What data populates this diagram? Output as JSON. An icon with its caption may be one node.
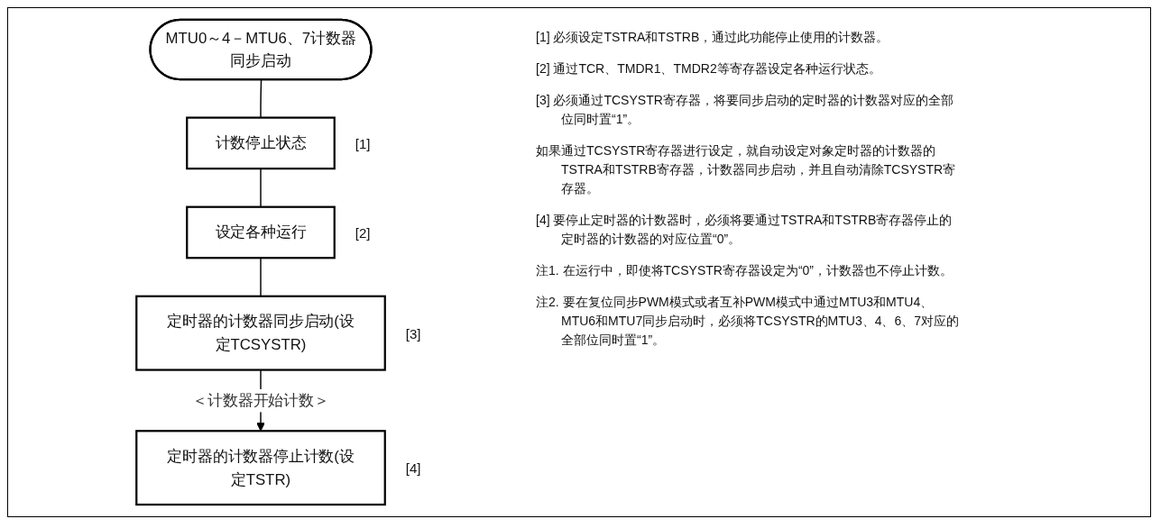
{
  "diagram": {
    "nodes": [
      {
        "text": [
          "MTU0～4－MTU6、7计数器同步启动"
        ]
      },
      {
        "text": [
          "计数停止状态"
        ],
        "beside": [
          "[1]"
        ]
      },
      {
        "text": [
          "设定各种运行"
        ],
        "beside": [
          "[2]"
        ]
      },
      {
        "text": [
          "定时器的计数器同步启动(设定TCSYSTR)"
        ],
        "beside": [
          "[3]"
        ]
      },
      {
        "text": [
          "定时器的计数器停止计数(设定TSTR)"
        ],
        "beside": [
          "[4]"
        ]
      }
    ],
    "edges": [
      {
        "from": 0,
        "to": 1,
        "arrow": "none"
      },
      {
        "from": 1,
        "to": 2,
        "arrow": "none"
      },
      {
        "from": 2,
        "to": 3,
        "arrow": "none"
      },
      {
        "from": 3,
        "to": 4,
        "arrow": "to",
        "label": "＜计数器开始计数＞"
      }
    ],
    "labels": [
      "[1] 必须设定TSTRA和TSTRB，通过此功能停止使用的计数器。",
      "[2] 通过TCR、TMDR1、TMDR2等寄存器设定各种运行状态。",
      "[3] 必须通过TCSYSTR寄存器，将要同步启动的定时器的计数器对应的全部位同时置“1”。",
      "如果通过TCSYSTR寄存器进行设定，就自动设定对象定时器的计数器的TSTRA和TSTRB寄存器，计数器同步启动，并且自动清除TCSYSTR寄存器。",
      "[4] 要停止定时器的计数器时，必须将要通过TSTRA和TSTRB寄存器停止的定时器的计数器的对应位置“0”。",
      "注1. 在运行中，即使将TCSYSTR寄存器设定为“0”，计数器也不停止计数。",
      "注2. 要在复位同步PWM模式或者互补PWM模式中通过MTU3和MTU4、MTU6和MTU7同步启动时，必须将TCSYSTR的MTU3、4、6、7对应的全部位同时置“1”。"
    ]
  }
}
